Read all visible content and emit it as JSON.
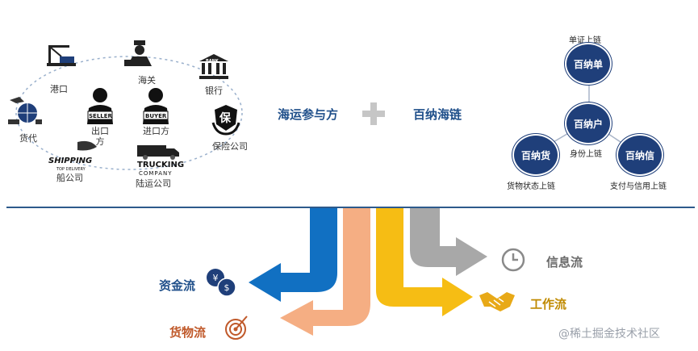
{
  "participants": {
    "port": "港口",
    "customs": "海关",
    "bank": "银行",
    "forwarder": "货代",
    "exporter": "出口方",
    "importer": "进口方",
    "insurance": "保险公司",
    "shipping": "船公司",
    "trucking": "陆运公司",
    "seller_badge": "SELLER",
    "buyer_badge": "BUYER",
    "shipping_logo": "SHIPPING",
    "shipping_sub": "TOP DELIVERY",
    "trucking_logo": "TRUCKING",
    "trucking_sub": "COMPANY",
    "insurance_glyph": "保",
    "bank_sign": "BANK"
  },
  "center": {
    "left_title": "海运参与方",
    "right_title": "百纳海链"
  },
  "chain": {
    "top": {
      "name": "百纳单",
      "caption": "单证上链"
    },
    "middle": {
      "name": "百纳户",
      "caption": "身份上链"
    },
    "left": {
      "name": "百纳货",
      "caption": "货物状态上链"
    },
    "right": {
      "name": "百纳信",
      "caption": "支付与信用上链"
    }
  },
  "flows": {
    "capital": "资金流",
    "goods": "货物流",
    "info": "信息流",
    "work": "工作流"
  },
  "watermark": "@稀土掘金技术社区",
  "colors": {
    "capital": "#1170c2",
    "goods": "#f5ae83",
    "work": "#f6bd14",
    "info": "#a8a8a8",
    "navy": "#1f3f7a"
  }
}
